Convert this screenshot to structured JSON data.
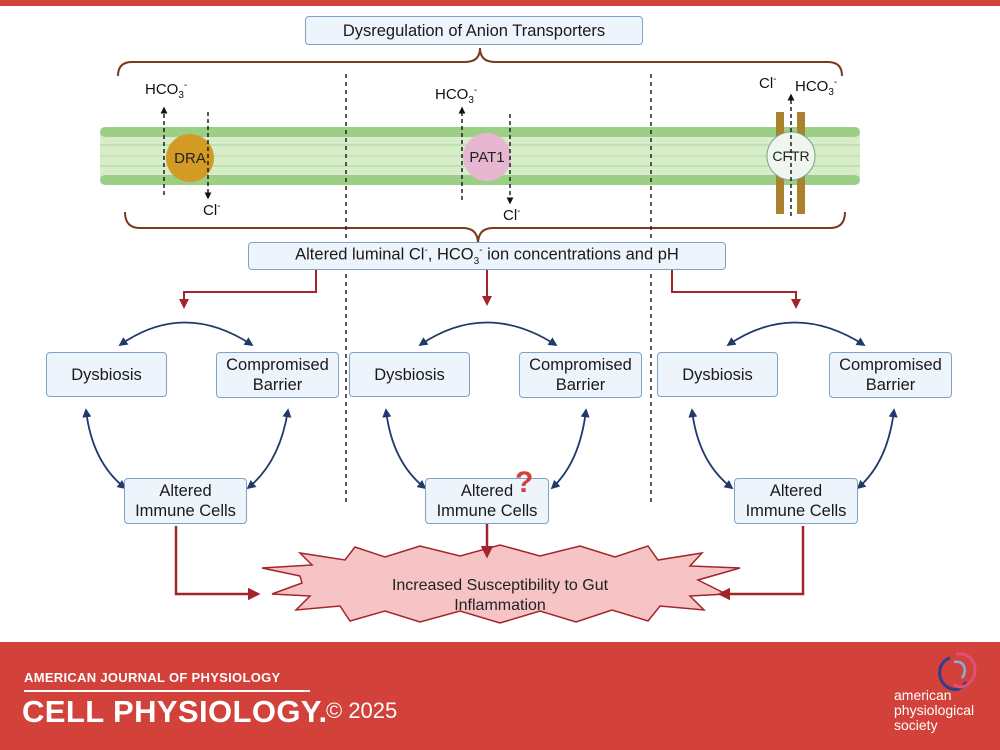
{
  "title": "Dysregulation of Anion Transporters",
  "ions": {
    "hco3": "HCO",
    "hco3_sub": "3",
    "hco3_sup": "-",
    "cl": "Cl",
    "cl_sup": "-"
  },
  "transporters": [
    "DRA",
    "PAT1",
    "CFTR"
  ],
  "altered_box": {
    "part1": "Altered luminal Cl",
    "sup1": "-",
    "part2": ", HCO",
    "sub2": "3",
    "sup2": "-",
    "part3": " ion concentrations and pH"
  },
  "columns": [
    {
      "dysbiosis": "Dysbiosis",
      "barrier_line1": "Compromised",
      "barrier_line2": "Barrier",
      "immune_line1": "Altered",
      "immune_line2": "Immune Cells"
    },
    {
      "dysbiosis": "Dysbiosis",
      "barrier_line1": "Compromised",
      "barrier_line2": "Barrier",
      "immune_line1": "Altered",
      "immune_line2": "Immune Cells"
    },
    {
      "dysbiosis": "Dysbiosis",
      "barrier_line1": "Compromised",
      "barrier_line2": "Barrier",
      "immune_line1": "Altered",
      "immune_line2": "Immune Cells"
    }
  ],
  "question_mark": "?",
  "outcome": {
    "line1": "Increased Susceptibility to Gut",
    "line2": "Inflammation"
  },
  "footer": {
    "journal": "AMERICAN JOURNAL OF PHYSIOLOGY",
    "section": "CELL PHYSIOLOGY.",
    "copyright": "© 2025",
    "society_line1": "american",
    "society_line2": "physiological",
    "society_line3": "society"
  },
  "colors": {
    "brand_red": "#d2413a",
    "arrow_red": "#a3242a",
    "arrow_navy": "#1f3a6b",
    "brace_brown": "#7a3a1c",
    "membrane_green": "#9ccf86",
    "dra_fill": "#d39a24",
    "pat1_fill": "#e7b7d2",
    "cftr_bar": "#a8822c"
  }
}
